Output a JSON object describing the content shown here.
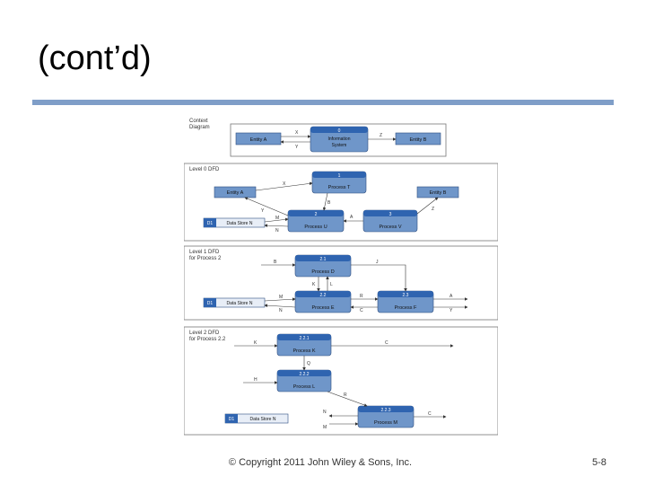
{
  "slide": {
    "title": "(cont’d)",
    "footer": "© Copyright 2011 John Wiley & Sons, Inc.",
    "page_number": "5-8",
    "accent_color": "#7f9ec8"
  },
  "diagram": {
    "box_color": "#6f96c9",
    "box_header_color": "#2f64b0",
    "context": {
      "label": [
        "Context",
        "Diagram"
      ],
      "entity_a": "Entity A",
      "entity_b": "Entity B",
      "system_number": "0",
      "system_name": [
        "Information",
        "System"
      ],
      "flow_x": "X",
      "flow_y": "Y",
      "flow_z": "Z"
    },
    "level0": {
      "label": "Level 0 DFD",
      "entity_a": "Entity A",
      "entity_b": "Entity B",
      "process_1_number": "1",
      "process_1_name": "Process T",
      "process_2_number": "2",
      "process_2_name": "Process U",
      "process_3_number": "3",
      "process_3_name": "Process V",
      "store_id": "D1",
      "store_name": "Data Store N",
      "flow_x": "X",
      "flow_b": "B",
      "flow_y": "Y",
      "flow_m": "M",
      "flow_n": "N",
      "flow_a": "A",
      "flow_z": "Z"
    },
    "level1": {
      "label": [
        "Level 1 DFD",
        "for Process 2"
      ],
      "process_21_number": "2.1",
      "process_21_name": "Process D",
      "process_22_number": "2.2",
      "process_22_name": "Process E",
      "process_23_number": "2.3",
      "process_23_name": "Process F",
      "store_id": "D1",
      "store_name": "Data Store N",
      "flow_b": "B",
      "flow_j": "J",
      "flow_k": "K",
      "flow_l": "L",
      "flow_m": "M",
      "flow_n": "N",
      "flow_r": "R",
      "flow_c": "C",
      "flow_a": "A",
      "flow_y": "Y"
    },
    "level2": {
      "label": [
        "Level 2 DFD",
        "for Process 2.2"
      ],
      "process_221_number": "2.2.1",
      "process_221_name": "Process K",
      "process_222_number": "2.2.2",
      "process_222_name": "Process L",
      "process_223_number": "2.2.3",
      "process_223_name": "Process M",
      "store_id": "D1",
      "store_name": "Data Store N",
      "flow_k": "K",
      "flow_c": "C",
      "flow_q": "Q",
      "flow_h": "H",
      "flow_r": "R",
      "flow_n": "N",
      "flow_m": "M"
    }
  }
}
